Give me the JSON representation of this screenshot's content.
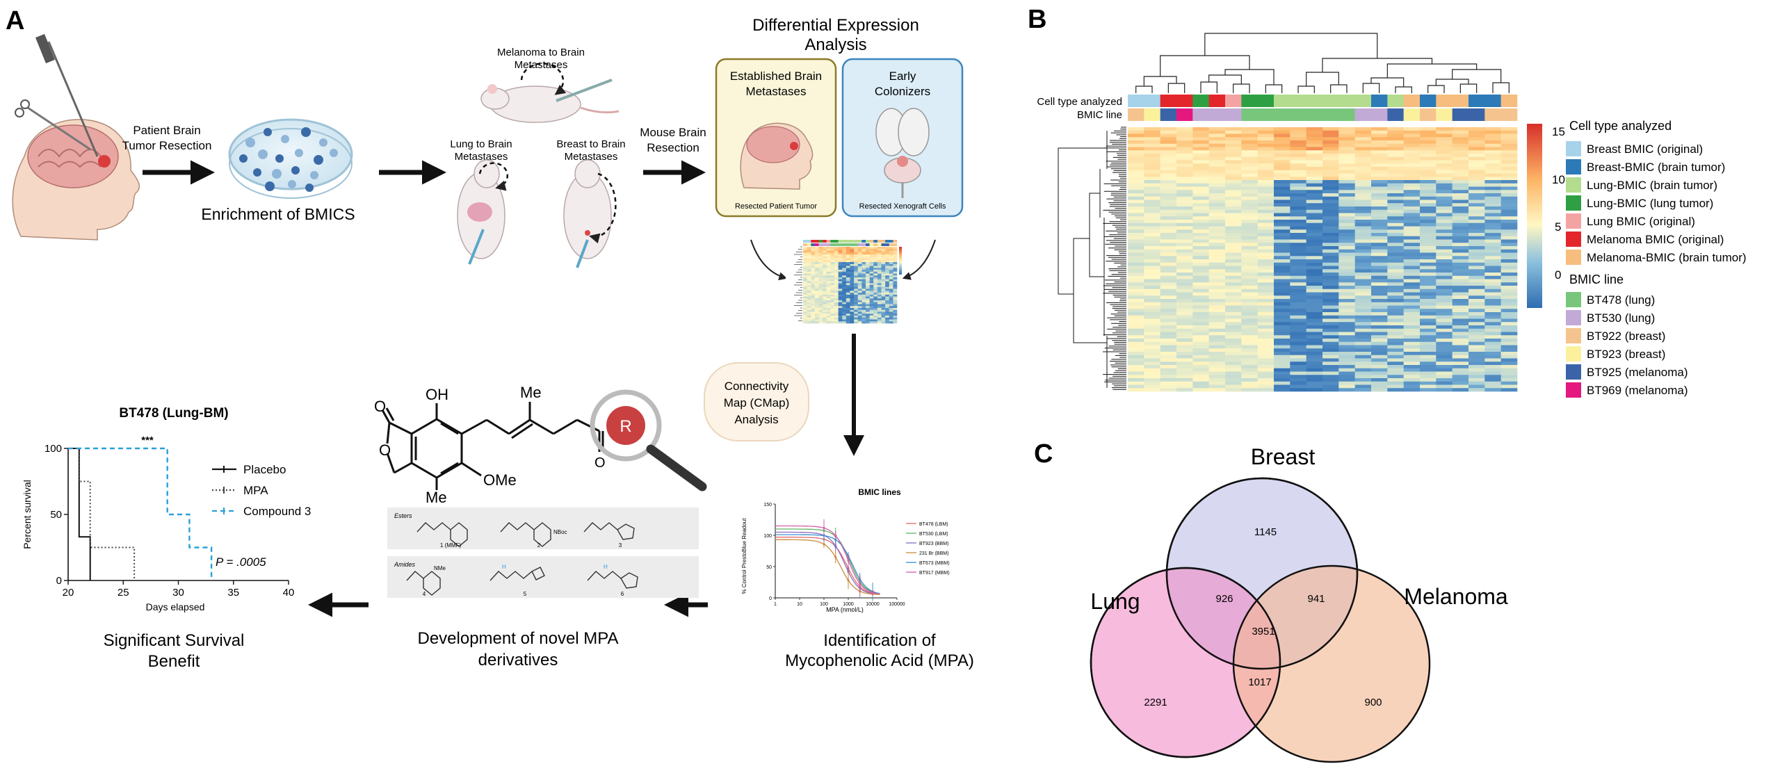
{
  "panel_labels": {
    "a": "A",
    "b": "B",
    "c": "C"
  },
  "workflow": {
    "patient_resection": [
      "Patient Brain",
      "Tumor Resection"
    ],
    "enrichment": "Enrichment of BMICS",
    "melanoma_to_brain": [
      "Melanoma to Brain",
      "Metastases"
    ],
    "lung_to_brain": [
      "Lung to Brain",
      "Metastases"
    ],
    "breast_to_brain": [
      "Breast to Brain",
      "Metastases"
    ],
    "mouse_resection": [
      "Mouse Brain",
      "Resection"
    ],
    "dea_title": [
      "Differential  Expression",
      "Analysis"
    ],
    "established": [
      "Established Brain",
      "Metastases"
    ],
    "early": [
      "Early",
      "Colonizers"
    ],
    "resected_patient": "Resected Patient Tumor",
    "resected_xeno": "Resected Xenograft Cells",
    "cmap": [
      "Connectivity",
      "Map (CMap)",
      "Analysis"
    ],
    "identification": [
      "Identification of",
      "Mycophenolic Acid (MPA)"
    ],
    "development": [
      "Development of novel MPA",
      "derivatives"
    ],
    "significant": [
      "Significant Survival",
      "Benefit"
    ]
  },
  "chemistry": {
    "oh": "OH",
    "me_top": "Me",
    "ome": "OMe",
    "me_bottom": "Me",
    "o1": "O",
    "o2": "O",
    "r": "R",
    "esters_label": "Esters",
    "amides_label": "Amides",
    "ester_items": [
      "1 (MMF)",
      "2",
      "3"
    ],
    "amide_items": [
      "4",
      "5",
      "6"
    ],
    "nboc": "NBoc",
    "nme": "NMe",
    "h5": "H",
    "h6": "H"
  },
  "survival": {
    "title": "BT478 (Lung-BM)",
    "ylabel": "Percent survival",
    "xlabel": "Days elapsed",
    "stars": "***",
    "pvalue": "P = .0005",
    "legend": [
      "Placebo",
      "MPA",
      "Compound 3"
    ]
  },
  "dose": {
    "title": "BMIC lines",
    "ylabel": "% Control PrestoBlue Readout",
    "xlabel": "MPA (nmol/L)",
    "legend": [
      "BT478 (LBM)",
      "BT530 (LBM)",
      "BT923 (BBM)",
      "231 Br (BBM)",
      "BT673 (MBM)",
      "BT917 (MBM)"
    ]
  },
  "heatmap": {
    "row_label_1": "Cell type analyzed",
    "row_label_2": "BMIC line",
    "scale_ticks": [
      "15",
      "10",
      "5",
      "0"
    ],
    "legend_title_1": "Cell type analyzed",
    "legend_title_2": "BMIC line",
    "cell_types": [
      {
        "label": "Breast BMIC (original)",
        "color": "#a6d3ea"
      },
      {
        "label": "Breast-BMIC (brain tumor)",
        "color": "#2c7ab8"
      },
      {
        "label": "Lung-BMIC (brain tumor)",
        "color": "#b3dc8e"
      },
      {
        "label": "Lung-BMIC (lung tumor)",
        "color": "#2ea043"
      },
      {
        "label": "Lung BMIC (original)",
        "color": "#f4a3a3"
      },
      {
        "label": "Melanoma BMIC (original)",
        "color": "#e3262b"
      },
      {
        "label": "Melanoma-BMIC (brain tumor)",
        "color": "#f6bd7f"
      }
    ],
    "bmic_lines": [
      {
        "label": "BT478 (lung)",
        "color": "#78c67c"
      },
      {
        "label": "BT530 (lung)",
        "color": "#c2aad6"
      },
      {
        "label": "BT922 (breast)",
        "color": "#f5c48e"
      },
      {
        "label": "BT923 (breast)",
        "color": "#fbf19d"
      },
      {
        "label": "BT925 (melanoma)",
        "color": "#3b64a8"
      },
      {
        "label": "BT969 (melanoma)",
        "color": "#e5187f"
      }
    ]
  },
  "venn": {
    "breast": "Breast",
    "lung": "Lung",
    "melanoma": "Melanoma"
  },
  "chart_data": [
    {
      "type": "line",
      "title": "BT478 (Lung-BM)",
      "xlabel": "Days elapsed",
      "ylabel": "Percent survival",
      "xlim": [
        20,
        40
      ],
      "ylim": [
        0,
        100
      ],
      "xticks": [
        "20",
        "25",
        "30",
        "35",
        "40"
      ],
      "yticks": [
        "0",
        "50",
        "100"
      ],
      "series": [
        {
          "name": "Placebo",
          "color": "#111111",
          "style": "solid",
          "x": [
            20,
            21,
            21,
            22,
            22
          ],
          "y": [
            100,
            100,
            33,
            33,
            0
          ]
        },
        {
          "name": "MPA",
          "color": "#444444",
          "style": "dotted",
          "x": [
            20,
            21,
            21,
            22,
            22,
            26,
            26
          ],
          "y": [
            100,
            100,
            75,
            75,
            25,
            25,
            0
          ]
        },
        {
          "name": "Compound 3",
          "color": "#2b9fd8",
          "style": "dashed",
          "x": [
            20,
            29,
            29,
            31,
            31,
            33,
            33
          ],
          "y": [
            100,
            100,
            50,
            50,
            25,
            25,
            0
          ]
        }
      ]
    },
    {
      "type": "line",
      "title": "BMIC lines",
      "xlabel": "MPA (nmol/L)",
      "ylabel": "% Control PrestoBlue Readout",
      "xscale": "log",
      "xlim": [
        1,
        100000
      ],
      "ylim": [
        0,
        150
      ],
      "xticks": [
        "1",
        "10",
        "100",
        "1000",
        "10000",
        "100000"
      ],
      "yticks": [
        "0",
        "50",
        "100",
        "150"
      ],
      "series": [
        {
          "name": "BT478 (LBM)",
          "color": "#e06b6b",
          "top": 92,
          "ic50": 900
        },
        {
          "name": "BT530 (LBM)",
          "color": "#5fb35f",
          "top": 105,
          "ic50": 1200
        },
        {
          "name": "BT923 (BBM)",
          "color": "#8c6bc2",
          "top": 100,
          "ic50": 700
        },
        {
          "name": "231 Br (BBM)",
          "color": "#c98a3a",
          "top": 88,
          "ic50": 500
        },
        {
          "name": "BT673 (MBM)",
          "color": "#3a8fd0",
          "top": 96,
          "ic50": 1500
        },
        {
          "name": "BT917 (MBM)",
          "color": "#d35fa8",
          "top": 110,
          "ic50": 1000
        }
      ]
    },
    {
      "type": "heatmap",
      "scale": [
        0,
        15
      ],
      "colorbar_ticks": [
        "0",
        "5",
        "10",
        "15"
      ]
    },
    {
      "type": "venn",
      "sets": [
        "Breast",
        "Lung",
        "Melanoma"
      ],
      "regions": {
        "breast_only": 1145,
        "lung_only": 2291,
        "melanoma_only": 900,
        "breast_lung": 926,
        "breast_melanoma": 941,
        "lung_melanoma": 1017,
        "all": 3951
      }
    }
  ]
}
